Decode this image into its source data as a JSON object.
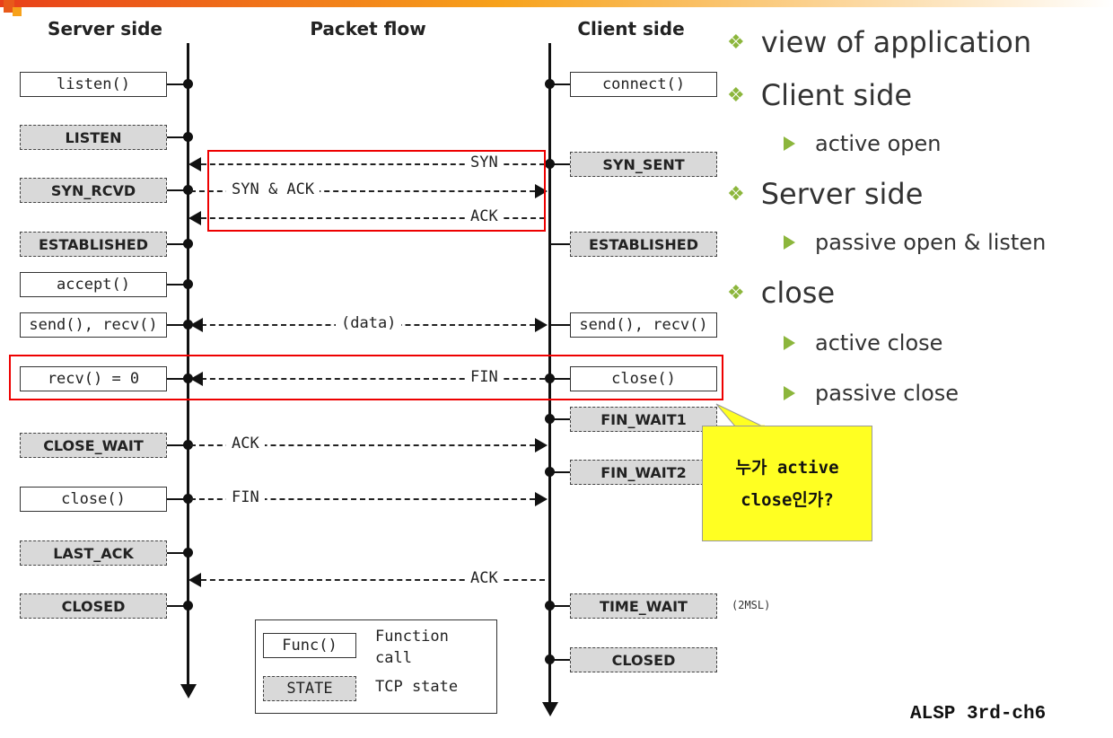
{
  "headers": {
    "server": "Server side",
    "packet": "Packet flow",
    "client": "Client side"
  },
  "server_items": [
    {
      "label": "listen()",
      "kind": "func"
    },
    {
      "label": "LISTEN",
      "kind": "state"
    },
    {
      "label": "SYN_RCVD",
      "kind": "state"
    },
    {
      "label": "ESTABLISHED",
      "kind": "state"
    },
    {
      "label": "accept()",
      "kind": "func"
    },
    {
      "label": "send(), recv()",
      "kind": "func"
    },
    {
      "label": "recv() = 0",
      "kind": "func"
    },
    {
      "label": "CLOSE_WAIT",
      "kind": "state"
    },
    {
      "label": "close()",
      "kind": "func"
    },
    {
      "label": "LAST_ACK",
      "kind": "state"
    },
    {
      "label": "CLOSED",
      "kind": "state"
    }
  ],
  "client_items": [
    {
      "label": "connect()",
      "kind": "func"
    },
    {
      "label": "SYN_SENT",
      "kind": "state"
    },
    {
      "label": "ESTABLISHED",
      "kind": "state"
    },
    {
      "label": "send(), recv()",
      "kind": "func"
    },
    {
      "label": "close()",
      "kind": "func"
    },
    {
      "label": "FIN_WAIT1",
      "kind": "state"
    },
    {
      "label": "FIN_WAIT2",
      "kind": "state"
    },
    {
      "label": "TIME_WAIT",
      "kind": "state"
    },
    {
      "label": "CLOSED",
      "kind": "state"
    }
  ],
  "flows": [
    {
      "label": "SYN",
      "direction": "to-server"
    },
    {
      "label": "SYN & ACK",
      "direction": "to-client"
    },
    {
      "label": "ACK",
      "direction": "to-server"
    },
    {
      "label": "(data)",
      "direction": "both"
    },
    {
      "label": "FIN",
      "direction": "to-server"
    },
    {
      "label": "ACK",
      "direction": "to-client"
    },
    {
      "label": "FIN",
      "direction": "to-client"
    },
    {
      "label": "ACK",
      "direction": "to-server"
    }
  ],
  "time_wait_note": "(2MSL)",
  "legend": {
    "func_sample": "Func()",
    "func_desc": "Function\ncall",
    "state_sample": "STATE",
    "state_desc": "TCP state"
  },
  "bullets": [
    {
      "level": 1,
      "text": "view of application"
    },
    {
      "level": 1,
      "text": "Client side"
    },
    {
      "level": 2,
      "text": "active open"
    },
    {
      "level": 1,
      "text": "Server side"
    },
    {
      "level": 2,
      "text": "passive open & listen"
    },
    {
      "level": 1,
      "text": "close"
    },
    {
      "level": 2,
      "text": "active close"
    },
    {
      "level": 2,
      "text": "passive close"
    }
  ],
  "callout": {
    "line1": "누가 active",
    "line2": "close인가?"
  },
  "footer": "ALSP 3rd-ch6",
  "colors": {
    "accent": "#8cb63c",
    "highlight": "#e00000",
    "callout": "#ffff22",
    "state_fill": "#d9d9d9"
  }
}
